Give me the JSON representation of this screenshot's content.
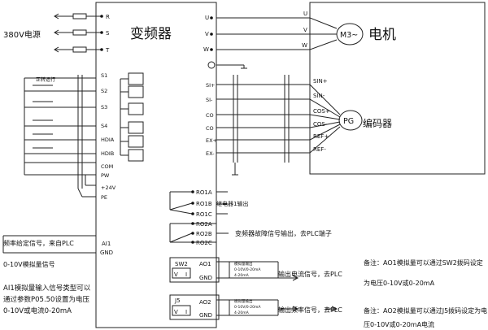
{
  "power_label": "380V电源",
  "inverter_title": "变频器",
  "motor_title": "电机",
  "motor_symbol": "M3~",
  "encoder_symbol": "PG",
  "encoder_title": "编码器",
  "forward_label": "正转运行",
  "left_terms": {
    "R": "R",
    "S": "S",
    "T": "T",
    "S1": "S1",
    "S2": "S2",
    "S3": "S3",
    "S4": "S4",
    "HDIA": "HDIA",
    "HDIB": "HDIB",
    "COM": "COM",
    "PW": "PW",
    "P24": "+24V",
    "PE": "PE",
    "AI1": "AI1",
    "GND": "GND"
  },
  "right_terms": {
    "U": "U",
    "V": "V",
    "W": "W",
    "SI_P": "SI+",
    "SI_N": "SI-",
    "CO_1": "CO",
    "CO_2": "CO",
    "EX_P": "EX+",
    "EX_N": "EX-",
    "RO1A": "RO1A",
    "RO1B": "RO1B",
    "RO1C": "RO1C",
    "RO2A": "RO2A",
    "RO2B": "RO2B",
    "RO2C": "RO2C",
    "AO1": "AO1",
    "GND1": "GND",
    "AO2": "AO2",
    "GND2": "GND"
  },
  "motor_terms": {
    "U": "U",
    "V": "V",
    "W": "W"
  },
  "encoder_terms": {
    "SIN_P": "SIN+",
    "SIN_N": "SIN-",
    "COS_P": "COS+",
    "COS_N": "COS-",
    "REF_P": "REF+",
    "REF_N": "REF-"
  },
  "switches": {
    "SW2": "SW2",
    "J5": "J5",
    "V": "V",
    "I": "I"
  },
  "labels": {
    "relay1": "继电器1输出",
    "fault": "变频器故障信号输出，去PLC端子",
    "freq_line1": "频率给定信号，来自PLC",
    "freq_line2": "0-10V模拟量信号",
    "ai_note1": "AI1模拟量输入信号类型可以",
    "ai_note2": "通过参数P05.50设置为电压",
    "ai_note3": "0-10V或电流0-20mA",
    "ao1_small1": "模拟量输出",
    "ao1_small2": "0-10V/0-20mA",
    "ao1_small3": "4-20mA",
    "ao1_text": "输出电流信号，去PLC",
    "ao2_small1": "模拟量输出",
    "ao2_small2": "0-10V/0-20mA",
    "ao2_small3": "4-20mA",
    "ao2_text": "输出频率信号，去PLC",
    "note1_a": "备注：AO1模拟量可以通过SW2拨码设定",
    "note1_b": "为电压0-10V或0-20mA",
    "note2_a": "备注：AO2模拟量可以通过J5拨码设定为电",
    "note2_b": "压0-10V或0-20mA电流"
  }
}
